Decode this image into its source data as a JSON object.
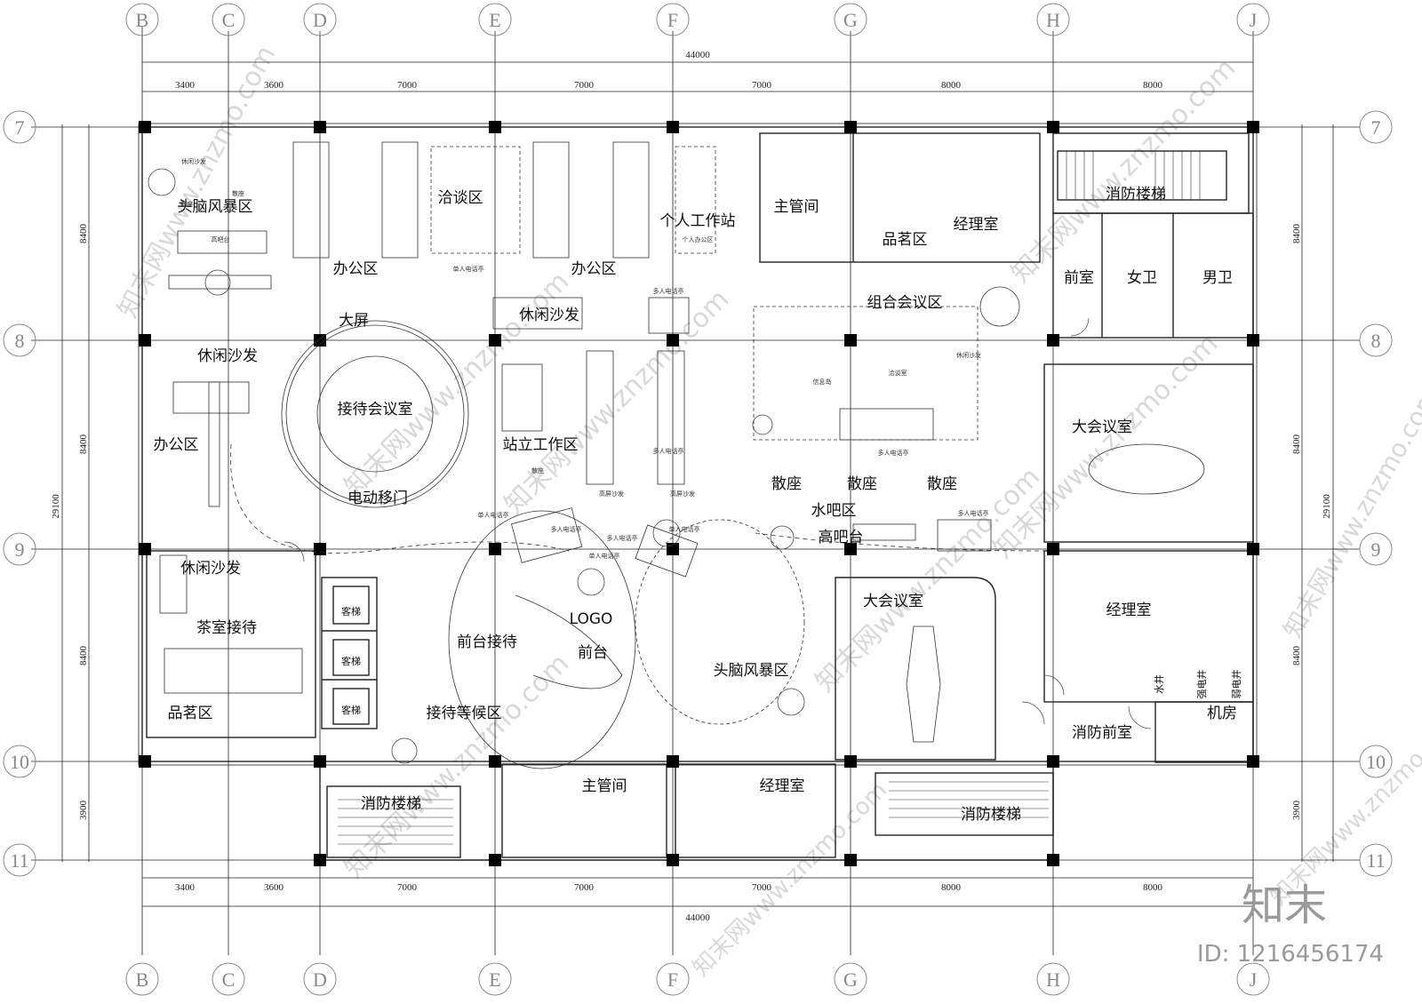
{
  "dimensions": {
    "total": "44000",
    "top_segments": [
      "3400",
      "3600",
      "7000",
      "7000",
      "7000",
      "8000",
      "8000"
    ],
    "bottom_segments": [
      "3400",
      "3600",
      "7000",
      "7000",
      "7000",
      "8000",
      "8000"
    ],
    "left_segments": [
      "8400",
      "8400",
      "8400",
      "3900"
    ],
    "right_segments": [
      "8400",
      "8400",
      "8400",
      "3900"
    ],
    "vertical_total": "29100"
  },
  "axes": {
    "columns": [
      "B",
      "C",
      "D",
      "E",
      "F",
      "G",
      "H",
      "J"
    ],
    "rows": [
      "7",
      "8",
      "9",
      "10",
      "11"
    ]
  },
  "rooms": {
    "brainstorm_top": "头脑风暴区",
    "lounge_sofa_small": "休闲沙发",
    "loose_seat_a": "散座",
    "loose_seat_b": "散座",
    "bar_small": "高吧台",
    "negotiation": "洽谈区",
    "office_top_left": "办公区",
    "office_top_mid": "办公区",
    "personal_station": "个人工作站",
    "personal_office_small": "个人办公区",
    "supervisor_top": "主管间",
    "tea_top": "品茗区",
    "manager_top": "经理室",
    "fire_stairs_top": "消防楼梯",
    "front_room": "前室",
    "female_wc": "女卫",
    "male_wc": "男卫",
    "big_screen": "大屏",
    "lounge_sofa_left": "休闲沙发",
    "reception_meeting": "接待会议室",
    "office_left": "办公区",
    "electric_door": "电动移门",
    "lounge_sofa_mid": "休闲沙发",
    "standing_work": "站立工作区",
    "loose_seat_small": "散座",
    "combo_meeting": "组合会议区",
    "big_meeting_right": "大会议室",
    "loose_1": "散座",
    "loose_2": "散座",
    "loose_3": "散座",
    "water_bar": "水吧区",
    "high_bar": "高吧台",
    "lounge_sofa_tea": "休闲沙发",
    "tea_reception": "茶室接待",
    "tea_area": "品茗区",
    "front_desk_reception": "前台接待",
    "logo": "LOGO",
    "front_desk": "前台",
    "waiting_area": "接待等候区",
    "brainstorm_center": "头脑风暴区",
    "big_meeting_center": "大会议室",
    "manager_right": "经理室",
    "water_shaft": "水井",
    "strong_shaft": "强电井",
    "weak_shaft": "弱电井",
    "machine_room": "机房",
    "fire_front_room": "消防前室",
    "fire_stairs_bottom_left": "消防楼梯",
    "supervisor_bottom": "主管间",
    "manager_bottom": "经理室",
    "fire_stairs_bottom_right": "消防楼梯",
    "elevator_1": "客梯",
    "elevator_2": "客梯",
    "elevator_3": "客梯",
    "phone_single_1": "单人电话亭",
    "phone_multi_1": "多人电话亭",
    "phone_multi_2": "多人电话亭",
    "phone_single_2": "单人电话亭",
    "phone_multi_3": "多人电话亭",
    "phone_single_3": "单人电话亭",
    "phone_single_4": "单人电话亭",
    "phone_multi_4": "多人电话亭",
    "phone_multi_5": "多人电话亭",
    "phone_multi_6": "多人电话亭",
    "high_sofa_1": "高屏沙发",
    "high_sofa_2": "高屏沙发",
    "lounge_sofa_combo": "休闲沙发",
    "discuss_room": "洽谈室",
    "rest_island": "信息岛"
  },
  "branding": {
    "logo_text": "知末",
    "id_text": "ID: 1216456174",
    "watermark": "知末网www.znzmo.com"
  },
  "colors": {
    "line": "#222222",
    "column": "#000000",
    "axis_circle": "#8a8a8a",
    "watermark": "#d6d6d6",
    "plant": "#444444"
  }
}
